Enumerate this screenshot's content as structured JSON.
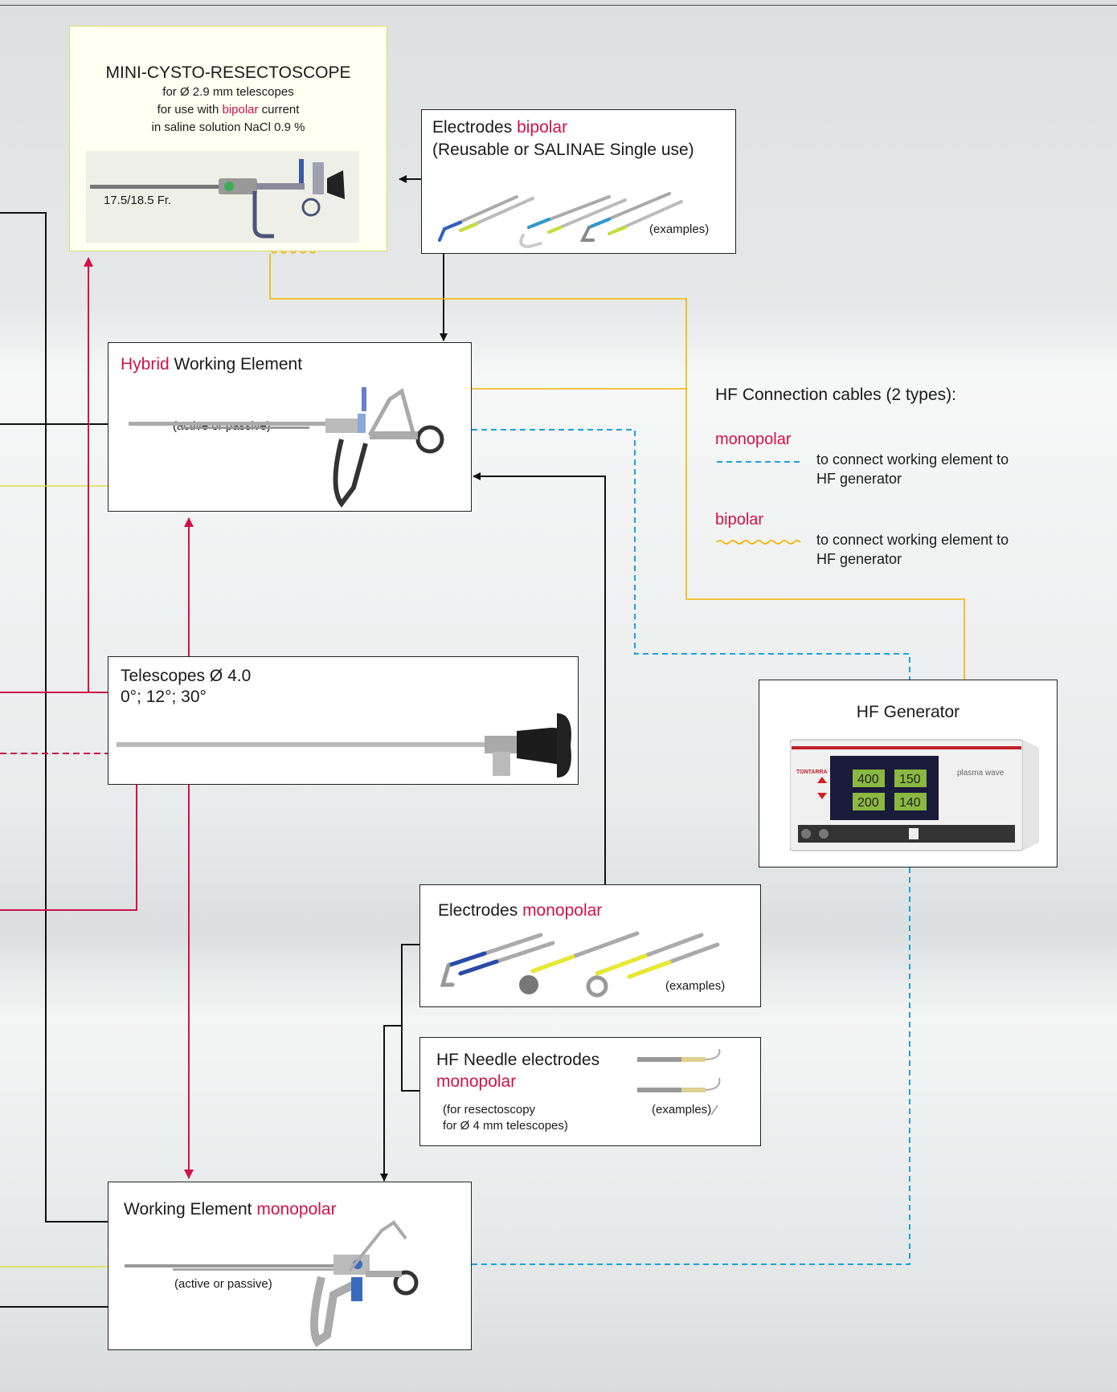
{
  "colors": {
    "red": "#d0124a",
    "blue": "#1aa0e0",
    "yellow": "#f0b400",
    "lime": "#d4dd3a",
    "black": "#111111"
  },
  "scope": {
    "title": "MINI-CYSTO-RESECTOSCOPE",
    "line1": "for Ø 2.9 mm telescopes",
    "line2_pre": "for use with ",
    "line2_red": "bipolar",
    "line2_post": " current",
    "line3": "in saline solution NaCl 0.9 %",
    "size": "17.5/18.5 Fr."
  },
  "electrodes_bipolar": {
    "title_pre": "Electrodes ",
    "title_red": "bipolar",
    "subtitle": "(Reusable or SALINAE Single use)",
    "note": "(examples)"
  },
  "hybrid": {
    "title_red": "Hybrid",
    "title_post": " Working Element",
    "note": "(active or passive)"
  },
  "legend": {
    "title": "HF Connection cables (2 types):",
    "mono_label": "monopolar",
    "mono_text1": "to connect working element to",
    "mono_text2": "HF generator",
    "bi_label": "bipolar",
    "bi_text1": "to connect working element to",
    "bi_text2": "HF generator"
  },
  "telescopes": {
    "title": "Telescopes Ø 4.0",
    "angles": "0°; 12°; 30°"
  },
  "generator": {
    "title": "HF Generator",
    "brand": "TONTARRA",
    "logo": "plasma wave",
    "val1": "400",
    "val2": "150",
    "val3": "200",
    "val4": "140"
  },
  "electrodes_mono": {
    "title_pre": "Electrodes ",
    "title_red": "monopolar",
    "note": "(examples)"
  },
  "needle": {
    "title": "HF Needle electrodes",
    "title_red": "monopolar",
    "note1": "(for resectoscopy",
    "note2": "for Ø 4 mm telescopes)",
    "note": "(examples)"
  },
  "we_mono": {
    "title_pre": "Working Element ",
    "title_red": "monopolar",
    "note": "(active or passive)"
  }
}
